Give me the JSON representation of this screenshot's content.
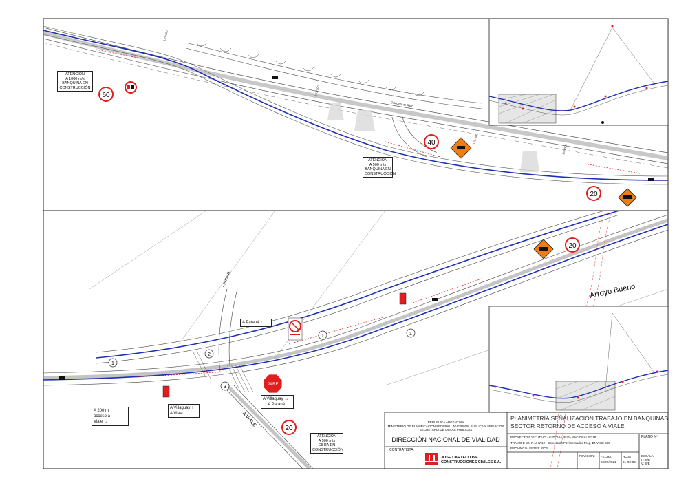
{
  "colors": {
    "route_blue": "#1f2fb8",
    "sign_red": "#e01e1e",
    "warning_orange": "#f07d10",
    "line_gray": "#7a7a7a"
  },
  "top_panel": {
    "notes": [
      {
        "lines": [
          "ATENCIÓN",
          "A 1000 m/s",
          "BANQUINA EN",
          "CONSTRUCCIÓN"
        ]
      },
      {
        "lines": [
          "ATENCIÓN",
          "A 500 mts",
          "BANQUINA EN",
          "CONSTRUCCIÓN"
        ]
      }
    ],
    "speed_signs": [
      "60",
      "40",
      "20"
    ],
    "road_label": "Colectora de Ripio"
  },
  "bottom_panel": {
    "stream_label": "Arroyo Bueno",
    "speed_signs": [
      "20",
      "20"
    ],
    "stop_sign": "PARE",
    "circles": [
      "1",
      "1",
      "1",
      "2",
      "3"
    ],
    "road_labels": [
      "A VIALE",
      "A PARANA"
    ],
    "direction_boxes": [
      {
        "lines": [
          "A Paraná ↑"
        ]
      },
      {
        "lines": [
          "A Villaguay →",
          "← A Paraná"
        ]
      },
      {
        "lines": [
          "A Villaguay ↑",
          "A Viale"
        ]
      },
      {
        "lines": [
          "A 200 m",
          "acceso a",
          "Viale →"
        ]
      }
    ],
    "note": {
      "lines": [
        "ATENCIÓN",
        "A 500 mts",
        "OBRA EN",
        "CONSTRUCCIÓN"
      ]
    }
  },
  "title_block": {
    "org_lines": [
      "REPUBLICA ARGENTINA",
      "MINISTERIO DE PLANIFICACION FEDERAL, INVERSION PUBLICA Y SERVICIOS",
      "SECRETARIA DE OBRAS PUBLICAS"
    ],
    "agency": "DIRECCIÓN NACIONAL DE VIALIDAD",
    "contractor_label": "CONTRATISTA:",
    "contractor_name": [
      "JOSE CARTELLONE",
      "CONSTRUCCIONES CIVILES S.A."
    ],
    "title": [
      "PLANIMETRÍA SEÑALIZACIÓN TRABAJO EN BANQUINAS",
      "SECTOR RETORNO DE ACCESO A VIALE"
    ],
    "project": "PROYECTO EJECUTIVO - AUTOVIA RUTA NACIONAL Nº 18",
    "tramo": "TRAMO 1:   Int. R.N. Nº12 - Colectoras Pavimentadas Prog. DNV 82+500",
    "provincia": "PROVINCIA:  ENTRE RIOS",
    "plano": "PLANO Nº:",
    "revision": "REVISION:",
    "fecha_label": "FECHA:",
    "fecha": "26/07/2021",
    "hoja_label": "HOJA",
    "hoja": "01 DE 02",
    "escala": [
      "ESCALA:",
      "H: S/E",
      "V: S/E"
    ]
  }
}
